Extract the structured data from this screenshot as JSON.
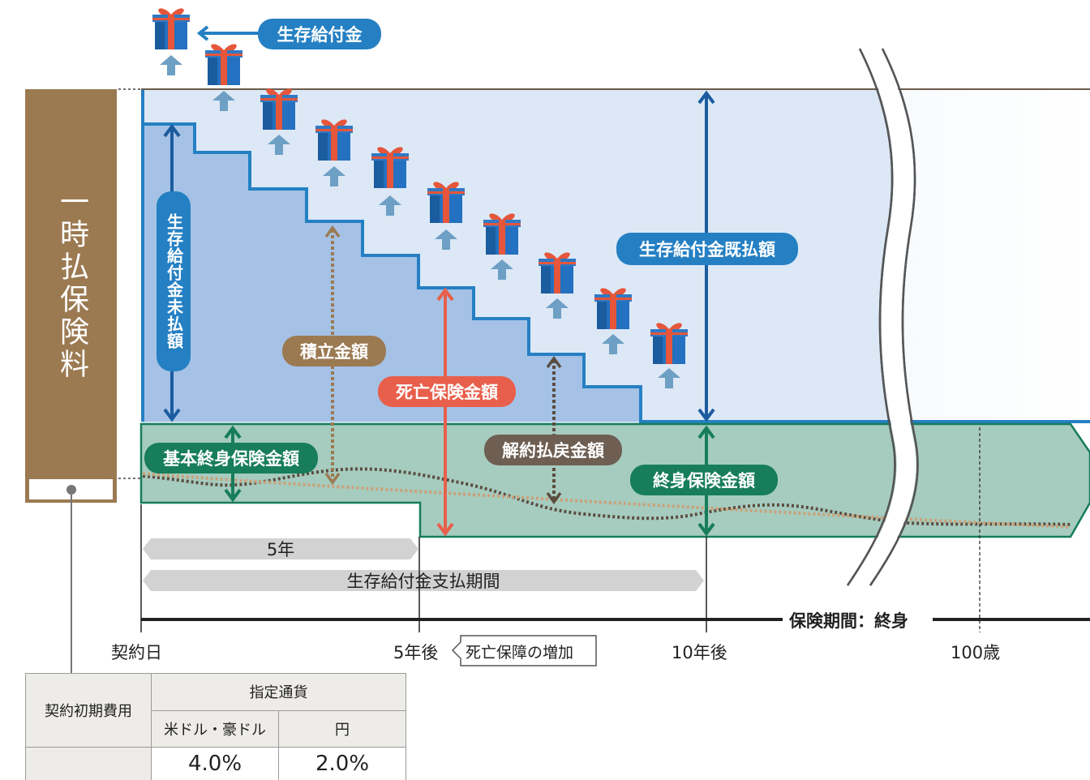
{
  "premium_label": "一時払保険料",
  "survival_benefit_label": "生存給付金",
  "unpaid_label": "生存給付金未払額",
  "paid_label": "生存給付金既払額",
  "reserve_label": "積立金額",
  "death_benefit_label": "死亡保険金額",
  "surrender_label": "解約払戻金額",
  "base_whole_life_label": "基本終身保険金額",
  "whole_life_label": "終身保険金額",
  "five_years_label": "5年",
  "payment_period_label": "生存給付金支払期間",
  "coverage_period_label": "保険期間：終身",
  "axis": {
    "start": "契約日",
    "five_years": "5年後",
    "ten_years": "10年後",
    "hundred": "100歳"
  },
  "death_coverage_increase": "死亡保障の増加",
  "fees": {
    "row_header": "契約初期費用",
    "group_header": "指定通貨",
    "col1": "米ドル・豪ドル",
    "col2": "円",
    "val1": "4.0%",
    "val2": "2.0%"
  },
  "colors": {
    "brown": "#9b7a52",
    "blue": "#2580c3",
    "green": "#177d5b",
    "red": "#e85f4b",
    "light_blue": "#dce8f6",
    "mid_blue": "#a5c2e6",
    "light_green": "#a6ccbf"
  }
}
